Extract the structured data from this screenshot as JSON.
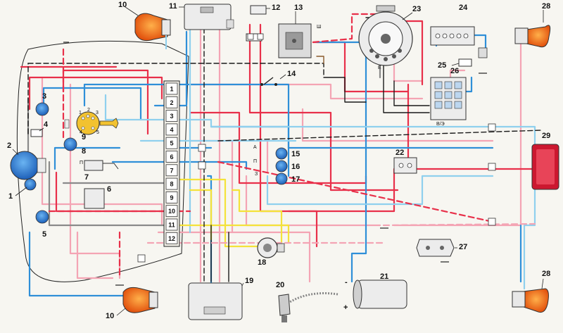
{
  "components": [
    {
      "id": "c1",
      "label": "1"
    },
    {
      "id": "c2",
      "label": "2"
    },
    {
      "id": "c3",
      "label": "3"
    },
    {
      "id": "c4",
      "label": "4"
    },
    {
      "id": "c5",
      "label": "5"
    },
    {
      "id": "c6",
      "label": "6"
    },
    {
      "id": "c7",
      "label": "7"
    },
    {
      "id": "c8",
      "label": "8"
    },
    {
      "id": "c9",
      "label": "9"
    },
    {
      "id": "c10a",
      "label": "10"
    },
    {
      "id": "c10b",
      "label": "10"
    },
    {
      "id": "c11",
      "label": "11"
    },
    {
      "id": "c12",
      "label": "12"
    },
    {
      "id": "c13",
      "label": "13"
    },
    {
      "id": "c14",
      "label": "14"
    },
    {
      "id": "c15",
      "label": "15"
    },
    {
      "id": "c16",
      "label": "16"
    },
    {
      "id": "c17",
      "label": "17"
    },
    {
      "id": "c18",
      "label": "18"
    },
    {
      "id": "c19",
      "label": "19"
    },
    {
      "id": "c20",
      "label": "20"
    },
    {
      "id": "c21",
      "label": "21"
    },
    {
      "id": "c22",
      "label": "22"
    },
    {
      "id": "c23",
      "label": "23"
    },
    {
      "id": "c24",
      "label": "24"
    },
    {
      "id": "c25",
      "label": "25"
    },
    {
      "id": "c26",
      "label": "26"
    },
    {
      "id": "c27",
      "label": "27"
    },
    {
      "id": "c28a",
      "label": "28"
    },
    {
      "id": "c28b",
      "label": "28"
    },
    {
      "id": "c29",
      "label": "29"
    }
  ],
  "terminal_block": [
    "1",
    "2",
    "3",
    "4",
    "5",
    "6",
    "7",
    "8",
    "9",
    "10",
    "11",
    "12"
  ],
  "switch_positions": [
    "1",
    "2",
    "3",
    "4",
    "5"
  ],
  "small_markers": {
    "tag_a": "A",
    "tag_p": "П",
    "tag_z": "З",
    "tag_sh": "Ш",
    "tag_ve": "В/Э",
    "tag_e": "Е",
    "tag_plus": "+",
    "tag_minus": "-"
  },
  "colors": {
    "red": "#e8304a",
    "blue": "#2f8fd8",
    "pink": "#f4a4b4",
    "yellow": "#f4e23a",
    "black": "#1a1a1a",
    "gray": "#8a8a8a",
    "lightblue": "#8fd0ee",
    "orange": "#f07a1a"
  }
}
